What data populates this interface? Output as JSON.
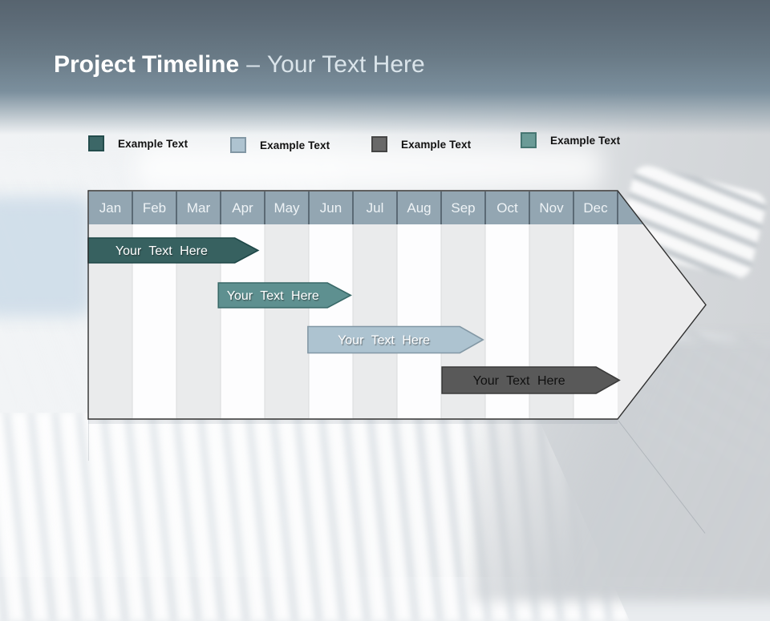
{
  "title": {
    "main": "Project Timeline",
    "separator": "–",
    "sub": "Your Text Here"
  },
  "legend": {
    "items": [
      {
        "label": "Example Text",
        "color": "#3c6767",
        "border": "#234c4c"
      },
      {
        "label": "Example Text",
        "color": "#aec3d0",
        "border": "#8297a4"
      },
      {
        "label": "Example Text",
        "color": "#696969",
        "border": "#454545"
      },
      {
        "label": "Example Text",
        "color": "#6b9b97",
        "border": "#467672"
      }
    ]
  },
  "chart_data": {
    "type": "timeline",
    "title": "Project Timeline",
    "months": [
      "Jan",
      "Feb",
      "Mar",
      "Apr",
      "May",
      "Jun",
      "Jul",
      "Aug",
      "Sep",
      "Oct",
      "Nov",
      "Dec"
    ],
    "bars": [
      {
        "label": "Your Text Here",
        "row": 1,
        "start_month": "Jan",
        "end_month": "Apr",
        "start": 0.0,
        "end": 3.85,
        "fill": "#376160",
        "border": "#1e4747",
        "text_color": "#ffffff"
      },
      {
        "label": "Your Text Here",
        "row": 2,
        "start_month": "Apr",
        "end_month": "Jun",
        "start": 2.95,
        "end": 5.95,
        "fill": "#5e9090",
        "border": "#396968",
        "text_color": "#ffffff"
      },
      {
        "label": "Your Text Here",
        "row": 3,
        "start_month": "Jun",
        "end_month": "Sep",
        "start": 4.98,
        "end": 8.95,
        "fill": "#adc3d0",
        "border": "#8398a5",
        "text_color": "#ffffff"
      },
      {
        "label": "Your Text Here",
        "row": 4,
        "start_month": "Sep",
        "end_month": "Dec",
        "start": 8.02,
        "end": 12.04,
        "fill": "#595959",
        "border": "#3a3a3a",
        "text_color": "#101010"
      }
    ],
    "header_fill": "#93a6b2",
    "header_divider_color": "#5b6a75",
    "header_text_color": "#eef3f6",
    "stripe_colors": [
      "#eaebec",
      "#fdfdfe"
    ],
    "body_fill": "#ececed",
    "outline_color": "#2f2f2f",
    "legend_position": "top",
    "grid": "monthly-columns"
  }
}
